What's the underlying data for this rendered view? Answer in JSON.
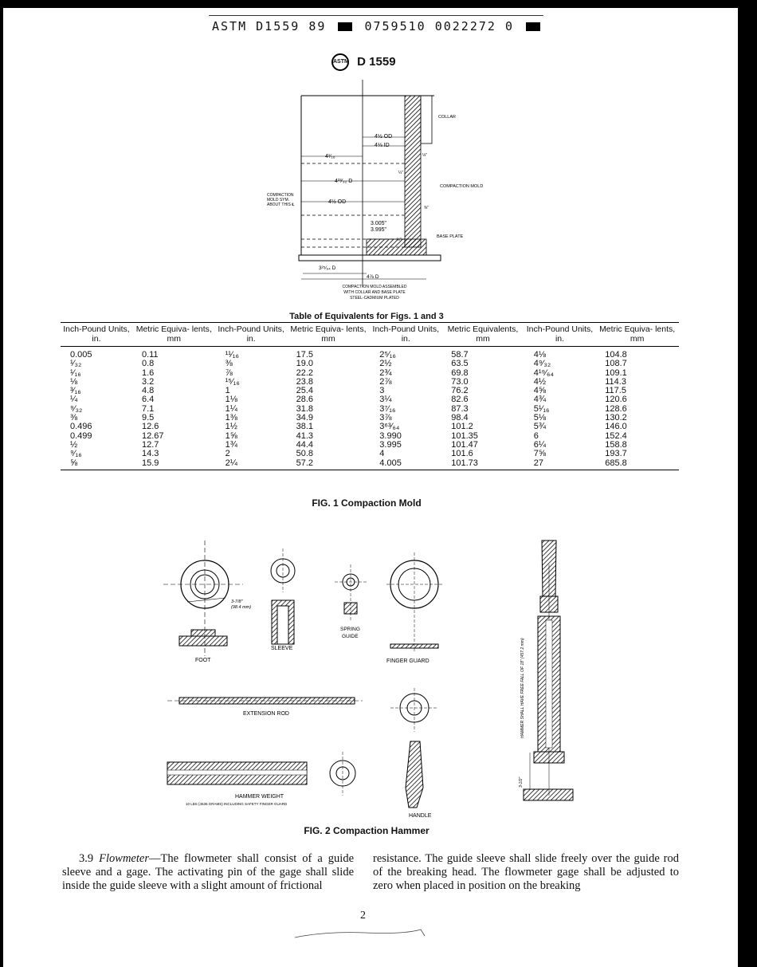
{
  "header": {
    "line_left": "ASTM D1559 89",
    "line_right_a": "0759510 0022272 0"
  },
  "designation": {
    "logo_text": "ASTM",
    "number": "D 1559"
  },
  "fig1": {
    "labels": {
      "collar": "COLLAR",
      "od_top": "4½ OD",
      "id_top": "4⅛ ID",
      "dim_a": "4¹⁄₁₆",
      "dim_b": "4²³⁄₃₂ D",
      "compaction_mold": "COMPACTION MOLD",
      "sym_note_1": "COMPACTION",
      "sym_note_2": "MOLD SYM.",
      "sym_note_3": "ABOUT THIS ℄",
      "od_mid": "4½ OD",
      "height": "3.005\"",
      "height_b": "3.995\"",
      "base_plate": "BASE PLATE",
      "dim_bottom_a": "3²⁵⁄₆₄ D",
      "dim_bottom_b": "4⅞ D",
      "caption_1": "COMPACTION MOLD ASSEMBLED",
      "caption_2": "WITH COLLAR AND BASE PLATE",
      "caption_3": "STEEL-CADMIUM PLATED",
      "side_1": "⅛\"",
      "side_2": "¼\"",
      "side_3": "⅜\"",
      "side_4": "½\""
    },
    "caption": "FIG. 1 Compaction Mold"
  },
  "table": {
    "title": "Table of Equivalents for Figs. 1 and 3",
    "headers": [
      "Inch-Pound Units, in.",
      "Metric Equiva- lents, mm",
      "Inch-Pound Units, in.",
      "Metric Equiva- lents, mm",
      "Inch-Pound Units, in.",
      "Metric Equivalents, mm",
      "Inch-Pound Units, in.",
      "Metric Equiva- lents, mm"
    ],
    "rows": [
      [
        "0.005",
        "0.11",
        "¹¹⁄₁₆",
        "17.5",
        "2⁵⁄₁₆",
        "58.7",
        "4⅛",
        "104.8"
      ],
      [
        "¹⁄₃₂",
        "0.8",
        "⅜",
        "19.0",
        "2½",
        "63.5",
        "4⁹⁄₃₂",
        "108.7"
      ],
      [
        "¹⁄₁₆",
        "1.6",
        "⅞",
        "22.2",
        "2¾",
        "69.8",
        "4¹⁹⁄₆₄",
        "109.1"
      ],
      [
        "⅛",
        "3.2",
        "¹⁵⁄₁₆",
        "23.8",
        "2⅞",
        "73.0",
        "4½",
        "114.3"
      ],
      [
        "³⁄₁₆",
        "4.8",
        "1",
        "25.4",
        "3",
        "76.2",
        "4⅝",
        "117.5"
      ],
      [
        "¼",
        "6.4",
        "1⅛",
        "28.6",
        "3¼",
        "82.6",
        "4¾",
        "120.6"
      ],
      [
        "⁹⁄₃₂",
        "7.1",
        "1¼",
        "31.8",
        "3⁷⁄₁₆",
        "87.3",
        "5¹⁄₁₆",
        "128.6"
      ],
      [
        "⅜",
        "9.5",
        "1⅜",
        "34.9",
        "3⅞",
        "98.4",
        "5⅛",
        "130.2"
      ],
      [
        "0.496",
        "12.6",
        "1½",
        "38.1",
        "3⁶³⁄₆₄",
        "101.2",
        "5¾",
        "146.0"
      ],
      [
        "0.499",
        "12.67",
        "1⅝",
        "41.3",
        "3.990",
        "101.35",
        "6",
        "152.4"
      ],
      [
        "½",
        "12.7",
        "1¾",
        "44.4",
        "3.995",
        "101.47",
        "6¼",
        "158.8"
      ],
      [
        "⁹⁄₁₆",
        "14.3",
        "2",
        "50.8",
        "4",
        "101.6",
        "7⅝",
        "193.7"
      ],
      [
        "⅝",
        "15.9",
        "2¼",
        "57.2",
        "4.005",
        "101.73",
        "27",
        "685.8"
      ]
    ]
  },
  "fig2": {
    "labels": {
      "dim_foot_1": "3-7/8\"",
      "dim_foot_2": "(98.4 mm)",
      "foot": "FOOT",
      "sleeve": "SLEEVE",
      "spring_1": "SPRING",
      "spring_2": "GUIDE",
      "finger_guard": "FINGER GUARD",
      "extension_rod": "EXTENSION ROD",
      "hammer_weight": "HAMMER WEIGHT",
      "hammer_note": "10 LBS (4536 GRAMS) INCLUDING SAFETY FINGER GUARD",
      "handle": "HANDLE",
      "vertical_note": "HAMMER SHALL HAVE FREE FALL OF 18\" (457.2 mm)",
      "dim_side": "3-1/2\""
    },
    "caption": "FIG. 2 Compaction Hammer"
  },
  "body": {
    "left_number": "3.9",
    "left_term": "Flowmeter",
    "left_text": "—The flowmeter shall consist of a guide sleeve and a gage. The activating pin of the gage shall slide inside the guide sleeve with a slight amount of frictional",
    "right_text": "resistance. The guide sleeve shall slide freely over the guide rod of the breaking head. The flowmeter gage shall be adjusted to zero when placed in position on the breaking"
  },
  "page_number": "2"
}
